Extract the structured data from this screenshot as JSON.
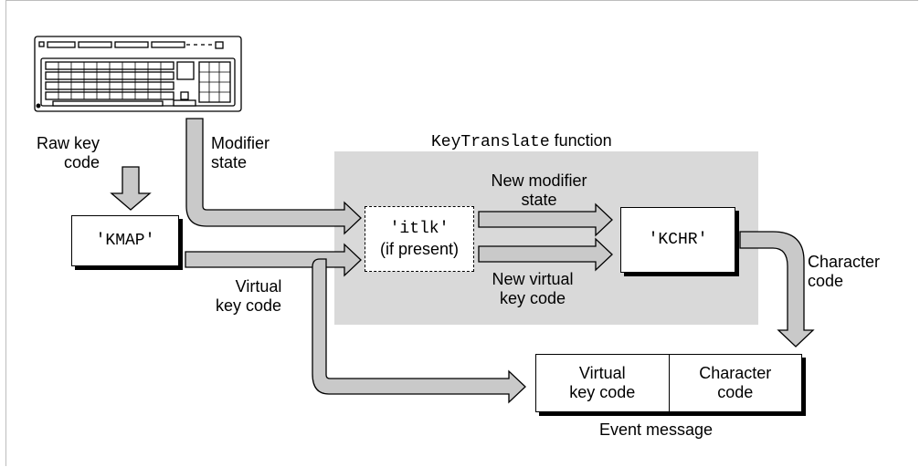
{
  "colors": {
    "region_fill": "#d9d9d9",
    "arrow_fill": "#c9c9c9",
    "stroke": "#000000",
    "frame": "#bdbdbd"
  },
  "region": {
    "title_mono": "KeyTranslate",
    "title_rest": " function"
  },
  "keyboard": {
    "icon": "keyboard-icon"
  },
  "labels": {
    "raw_key_code": [
      "Raw key",
      "code"
    ],
    "modifier_state": [
      "Modifier",
      "state"
    ],
    "new_modifier_state": [
      "New modifier",
      "state"
    ],
    "virtual_key_code": [
      "Virtual",
      "key code"
    ],
    "new_virtual_key_code": [
      "New virtual",
      "key code"
    ],
    "character_code": [
      "Character",
      "code"
    ]
  },
  "boxes": {
    "kmap": "'KMAP'",
    "itlk_mono": "'itlk'",
    "itlk_note": "(if present)",
    "kchr": "'KCHR'"
  },
  "event_message": {
    "cells": [
      [
        "Virtual",
        "key code"
      ],
      [
        "Character",
        "code"
      ]
    ],
    "caption": "Event message"
  }
}
